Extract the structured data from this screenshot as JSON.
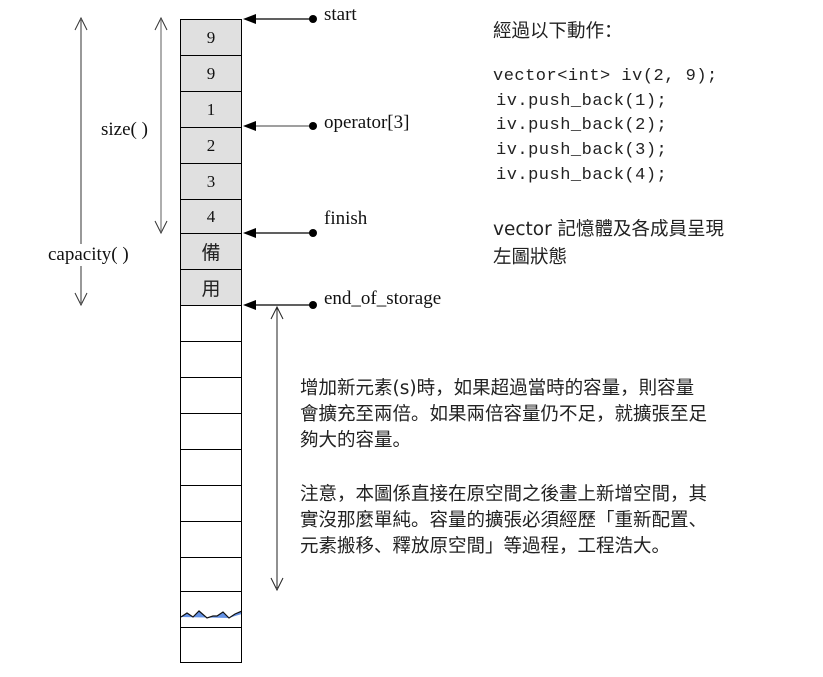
{
  "diagram": {
    "title_note": "經過以下動作：",
    "code": [
      "vector<int> iv(2, 9);",
      "iv.push_back(1);",
      "iv.push_back(2);",
      "iv.push_back(3);",
      "iv.push_back(4);"
    ],
    "state_note": [
      "vector 記憶體及各成員呈現",
      "左圖狀態"
    ],
    "memory_cells": {
      "used": [
        "9",
        "9",
        "1",
        "2",
        "3",
        "4"
      ],
      "reserve": [
        "備",
        "用"
      ],
      "empty_count": 10
    },
    "pointers": {
      "start": "start",
      "operator": "operator[3]",
      "finish": "finish",
      "end_of_storage": "end_of_storage"
    },
    "dimensions": {
      "size": "size( )",
      "capacity": "capacity( )"
    },
    "growth_note": [
      "增加新元素(s)時，如果超過當時的容量，則容量",
      "會擴充至兩倍。如果兩倍容量仍不足，就擴張至足",
      "夠大的容量。"
    ],
    "caution_note": [
      "注意，本圖係直接在原空間之後畫上新增空間，其",
      "實沒那麼單純。容量的擴張必須經歷「重新配置、",
      "元素搬移、釋放原空間」等過程，工程浩大。"
    ],
    "colors": {
      "filled_cell": "#e0e0e0",
      "break_mark": "#4a7fe0"
    }
  }
}
